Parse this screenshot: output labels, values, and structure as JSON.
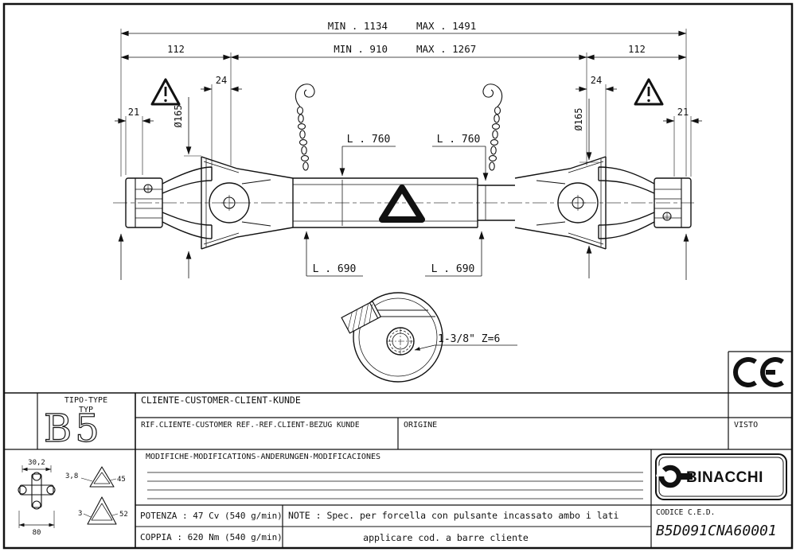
{
  "dims": {
    "overall_min": "MIN . 1134",
    "overall_max": "MAX . 1491",
    "inner_min": "MIN . 910",
    "inner_max": "MAX . 1267",
    "side_len": "112",
    "yoke_len": "24",
    "hub_len": "21",
    "guard_dia": "Ø165",
    "tube_len_upper": "L . 760",
    "tube_len_lower": "L . 690",
    "spline_spec": "1-3/8\" Z=6"
  },
  "ce": {
    "label": "CE"
  },
  "titleblock": {
    "tipo_type": "TIPO-TYPE",
    "typ": "TYP",
    "type_code": "B5",
    "cliente": "CLIENTE-CUSTOMER-CLIENT-KUNDE",
    "rif_cliente": "RIF.CLIENTE-CUSTOMER REF.-REF.CLIENT-BEZUG KUNDE",
    "origine": "ORIGINE",
    "visto": "VISTO",
    "modifiche": "MODIFICHE-MODIFICATIONS-ANDERUNGEN-MODIFICACIONES",
    "potenza": "POTENZA : 47 Cv (540 g/min)",
    "coppia": "COPPIA : 620 Nm (540 g/min)",
    "note_line1": "NOTE : Spec. per forcella con pulsante incassato ambo i lati",
    "note_line2": "applicare cod. a barre cliente",
    "brand": "BINACCHI",
    "codice_label": "CODICE C.E.D.",
    "codice_value": "B5D091CNA60001"
  },
  "profile_detail": {
    "cross_width": "30,2",
    "wall_inner": "3,8",
    "cross_length": "80",
    "inner_triangle": "45",
    "wall_outer": "3",
    "outer_triangle": "52"
  }
}
